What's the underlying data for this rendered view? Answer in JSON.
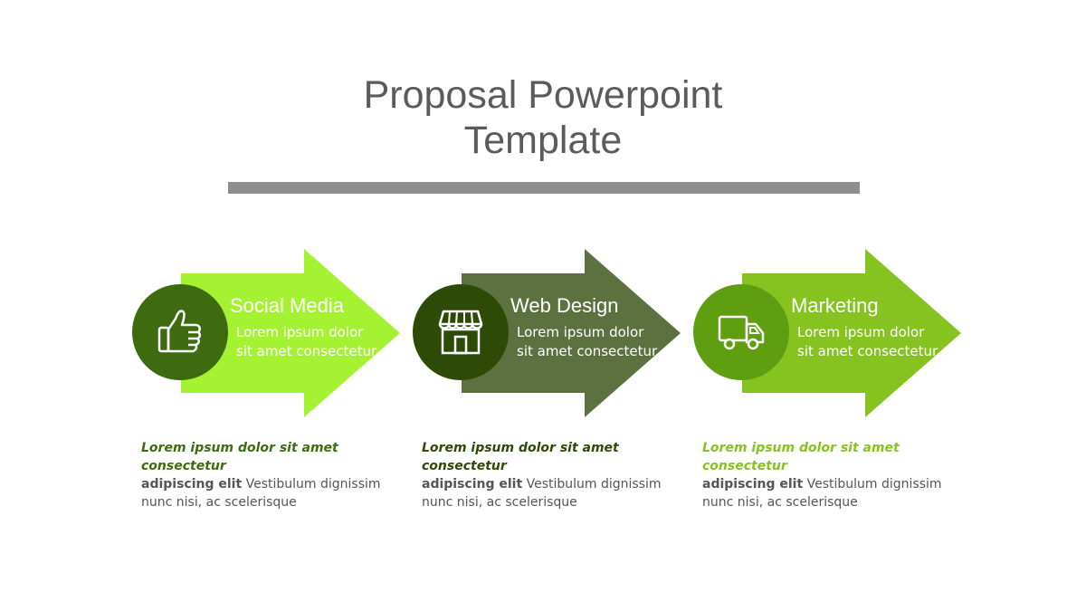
{
  "title": {
    "line1": "Proposal Powerpoint",
    "line2": "Template"
  },
  "steps": [
    {
      "title": "Social Media",
      "text": "Lorem ipsum dolor sit amet consectetur",
      "icon": "thumbs-up-icon",
      "arrow_color": "#a5f232",
      "circle_color": "#3e6b10",
      "desc_lead": "Lorem ipsum dolor sit amet consectetur",
      "lead_color": "#3e6b10",
      "desc_bold": "adipiscing elit",
      "desc_rest": " Vestibulum dignissim nunc nisi, ac scelerisque"
    },
    {
      "title": "Web Design",
      "text": "Lorem ipsum dolor sit amet consectetur",
      "icon": "storefront-icon",
      "arrow_color": "#5d7140",
      "circle_color": "#2e4a07",
      "desc_lead": "Lorem ipsum dolor sit amet consectetur",
      "lead_color": "#2e4a07",
      "desc_bold": "adipiscing elit",
      "desc_rest": " Vestibulum dignissim nunc nisi, ac scelerisque"
    },
    {
      "title": "Marketing",
      "text": "Lorem ipsum dolor sit amet consectetur",
      "icon": "delivery-truck-icon",
      "arrow_color": "#86c220",
      "circle_color": "#5f9e10",
      "desc_lead": "Lorem ipsum dolor sit amet consectetur",
      "lead_color": "#86c220",
      "desc_bold": "adipiscing elit",
      "desc_rest": " Vestibulum dignissim nunc nisi, ac scelerisque"
    }
  ]
}
